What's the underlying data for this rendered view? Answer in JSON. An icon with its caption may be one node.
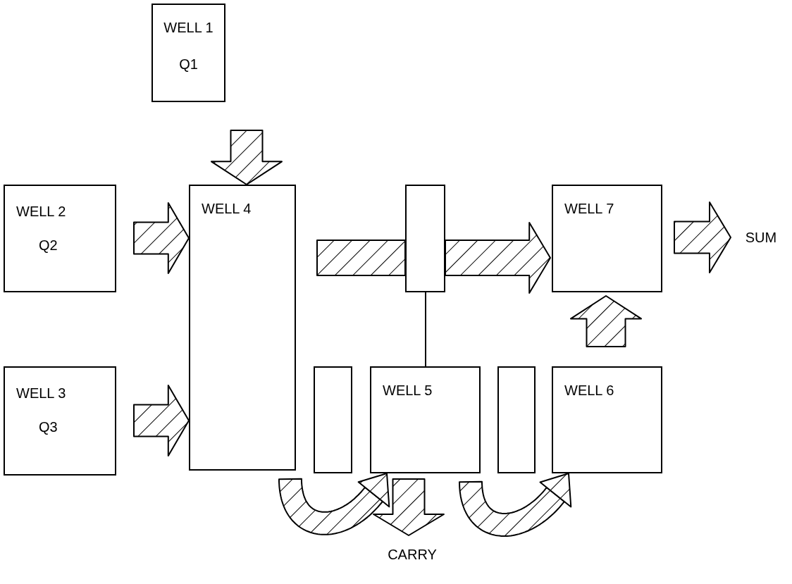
{
  "diagram": {
    "nodes": [
      {
        "text": [
          "WELL 1",
          "Q1"
        ]
      },
      {
        "text": [
          "WELL 2",
          "Q2"
        ]
      },
      {
        "text": [
          "WELL 3",
          "Q3"
        ]
      },
      {
        "text": [
          "WELL 4"
        ]
      },
      {
        "text": [],
        "shape": "box"
      },
      {
        "text": [
          "WELL 7"
        ]
      },
      {
        "text": [],
        "shape": "box"
      },
      {
        "text": [
          "WELL 5"
        ]
      },
      {
        "text": [],
        "shape": "box"
      },
      {
        "text": [
          "WELL 6"
        ]
      },
      {
        "text": [
          "SUM"
        ]
      },
      {
        "text": [
          "CARRY"
        ]
      }
    ],
    "edges": [
      {
        "from": 0,
        "to": 3,
        "arrow": "to",
        "style": "thick"
      },
      {
        "from": 1,
        "to": 3,
        "arrow": "to",
        "style": "thick"
      },
      {
        "from": 2,
        "to": 3,
        "arrow": "to",
        "style": "thick"
      },
      {
        "from": 3,
        "to": 4,
        "arrow": "none",
        "style": "thick"
      },
      {
        "from": 4,
        "to": 5,
        "arrow": "to",
        "style": "thick"
      },
      {
        "from": 5,
        "to": 10,
        "arrow": "to",
        "style": "thick"
      },
      {
        "from": 9,
        "to": 5,
        "arrow": "to",
        "style": "thick"
      },
      {
        "from": 4,
        "to": 7,
        "arrow": "none"
      },
      {
        "from": 3,
        "to": 7,
        "arrow": "to",
        "style": "thick"
      },
      {
        "from": 7,
        "to": 11,
        "arrow": "to",
        "style": "thick"
      },
      {
        "from": 7,
        "to": 9,
        "arrow": "to",
        "style": "thick"
      }
    ]
  }
}
